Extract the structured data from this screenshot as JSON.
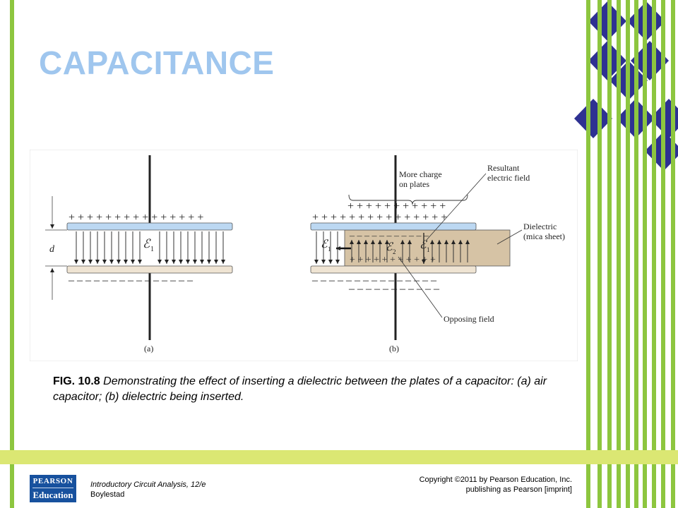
{
  "slide": {
    "title": "CAPACITANCE",
    "caption_fig": "FIG. 10.8",
    "caption_text": " Demonstrating the effect of inserting a dielectric between the plates of a capacitor: (a) air capacitor; (b) dielectric being inserted."
  },
  "figure": {
    "panel_a": {
      "label": "(a)",
      "dimension": "d",
      "field_symbol": "ℰ",
      "field_sub": "1",
      "top_charges": "+ + + + + + + + + + + + + + +",
      "bottom_charges": "– – – – – – – – – – – – – – –"
    },
    "panel_b": {
      "label": "(b)",
      "more_charge_1": "More charge",
      "more_charge_2": "on plates",
      "resultant_1": "Resultant",
      "resultant_2": "electric field",
      "dielectric_1": "Dielectric",
      "dielectric_2": "(mica sheet)",
      "opposing": "Opposing field",
      "field_symbol": "ℰ",
      "field_sub_1": "1",
      "field_sub_2": "2",
      "top_charges_extra": "+ + + + + + + + + + +",
      "top_charges": "+ + + + + + + + + + + + + + +",
      "bottom_charges": "– – – – – – – – – – – – – – –",
      "bottom_charges_extra": "– – – – – – – – – – –",
      "diel_top_charges": "– – – – – – – – – – –",
      "diel_bottom_charges": "+ + + + + + + + + + +"
    }
  },
  "footer": {
    "logo_line1": "PEARSON",
    "logo_line2": "Education",
    "book_title": "Introductory Circuit Analysis, 12/e",
    "book_author": "Boylestad",
    "copyright_1": "Copyright ©2011 by Pearson Education, Inc.",
    "copyright_2": "publishing as Pearson [imprint]"
  },
  "colors": {
    "accent_green": "#8dc63f",
    "accent_blue": "#2e3192",
    "title": "#9fc6ee",
    "band": "#dbe773",
    "plate_top": "#bcd8f2",
    "plate_bottom": "#efe4d3",
    "dielectric": "#d6c3a5"
  }
}
